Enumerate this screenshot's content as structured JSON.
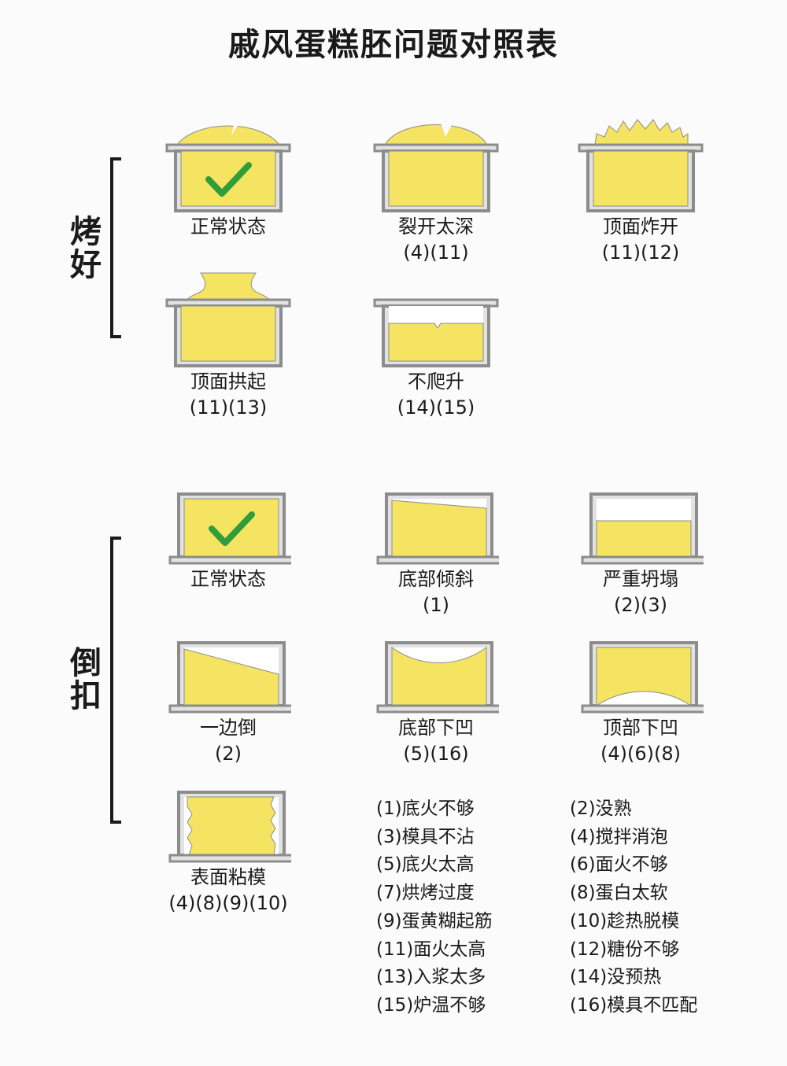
{
  "title": "戚风蛋糕胚问题对照表",
  "sections": {
    "baked": "烤好",
    "inverted": "倒扣"
  },
  "colors": {
    "cake": "#f5e362",
    "mold": "#8c8c8c",
    "mold_fill": "#e2e2e2",
    "check": "#2e9d3a"
  },
  "baked_cases": [
    {
      "name": "正常状态",
      "causes": "",
      "icon": "check-icon"
    },
    {
      "name": "裂开太深",
      "causes": "(4)(11)"
    },
    {
      "name": "顶面炸开",
      "causes": "(11)(12)"
    },
    {
      "name": "顶面拱起",
      "causes": "(11)(13)"
    },
    {
      "name": "不爬升",
      "causes": "(14)(15)"
    }
  ],
  "inverted_cases": [
    {
      "name": "正常状态",
      "causes": "",
      "icon": "check-icon"
    },
    {
      "name": "底部倾斜",
      "causes": "(1)"
    },
    {
      "name": "严重坍塌",
      "causes": "(2)(3)"
    },
    {
      "name": "一边倒",
      "causes": "(2)"
    },
    {
      "name": "底部下凹",
      "causes": "(5)(16)"
    },
    {
      "name": "顶部下凹",
      "causes": "(4)(6)(8)"
    },
    {
      "name": "表面粘模",
      "causes": "(4)(8)(9)(10)"
    }
  ],
  "causes_left": [
    "(1)底火不够",
    "(3)模具不沾",
    "(5)底火太高",
    "(7)烘烤过度",
    "(9)蛋黄糊起筋",
    "(11)面火太高",
    "(13)入浆太多",
    "(15)炉温不够"
  ],
  "causes_right": [
    "(2)没熟",
    "(4)搅拌消泡",
    "(6)面火不够",
    "(8)蛋白太软",
    "(10)趁热脱模",
    "(12)糖份不够",
    "(14)没预热",
    "(16)模具不匹配"
  ]
}
